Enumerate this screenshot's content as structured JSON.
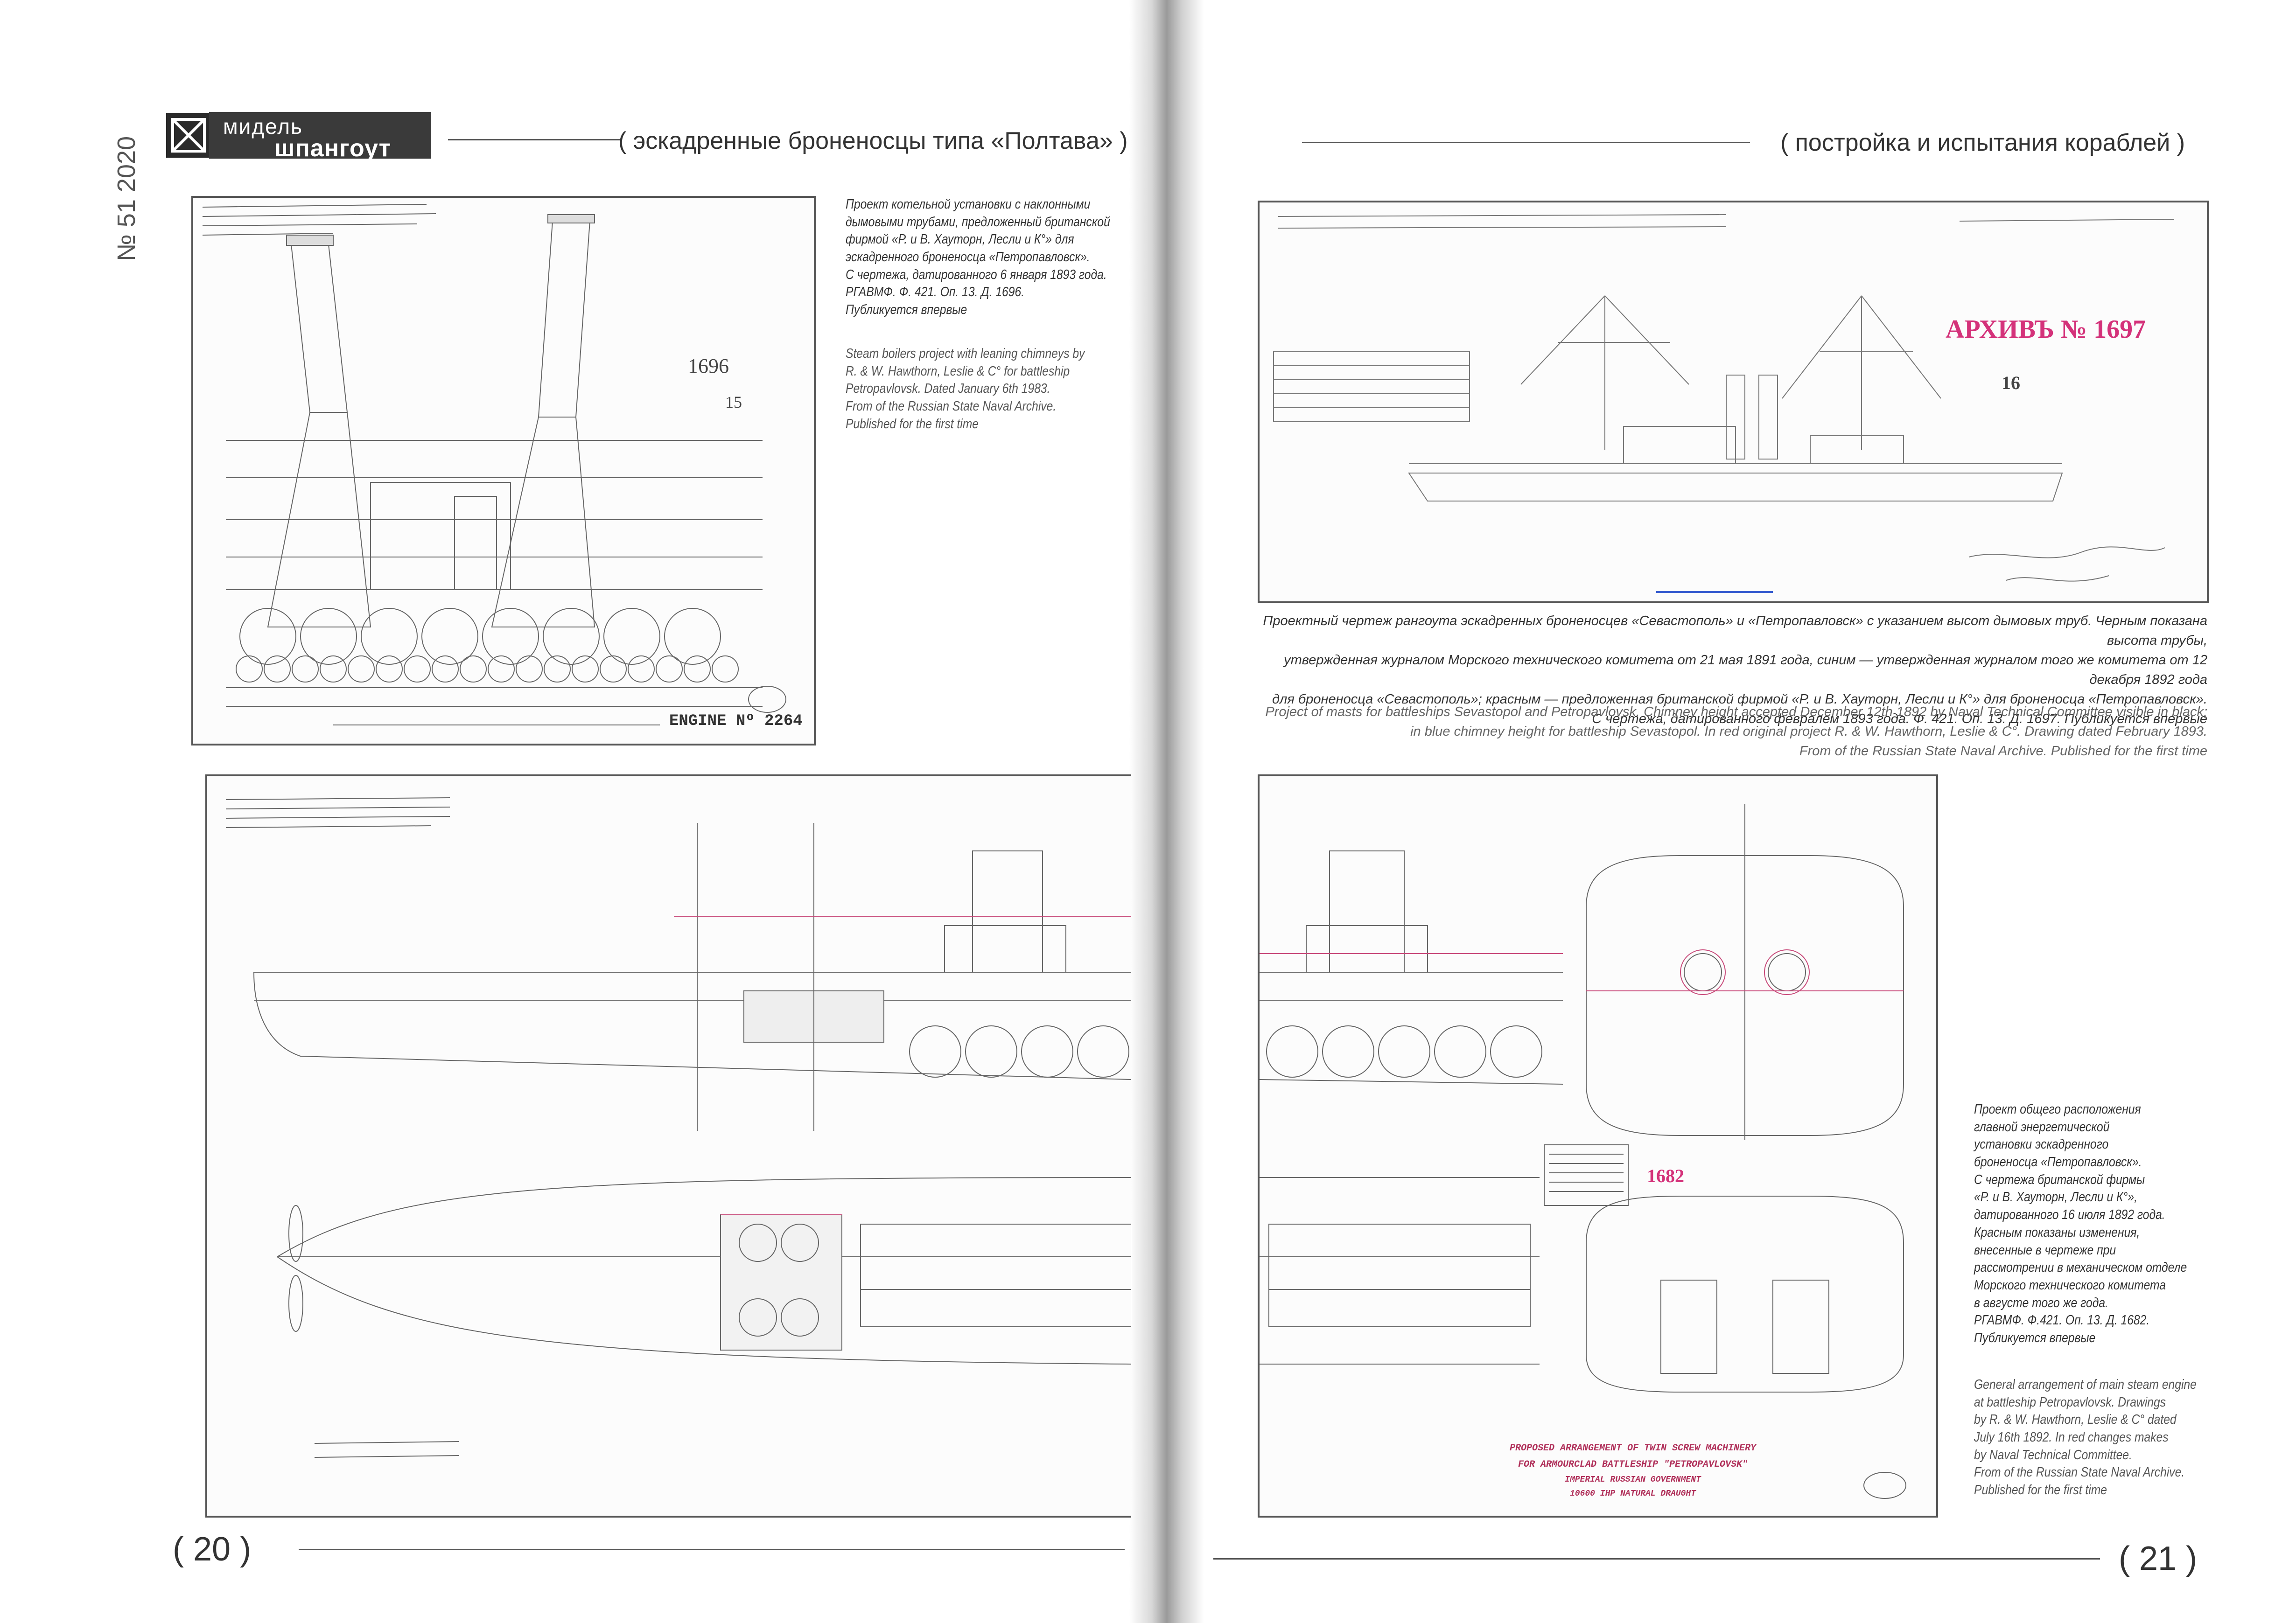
{
  "header": {
    "logo_top": "мидель",
    "logo_bottom": "шпангоут",
    "left_title": "( эскадренные броненосцы типа «Полтава» )",
    "right_title": "( постройка и испытания кораблей )",
    "issue": "№ 51 2020"
  },
  "page_numbers": {
    "left": "( 20 )",
    "right": "( 21 )"
  },
  "figure1": {
    "caption_ru": [
      "Проект котельной установки с наклонными",
      "дымовыми трубами, предложенный британской",
      "фирмой «Р. и В. Хауторн, Лесли и К°» для",
      "эскадренного броненосца «Петропавловск».",
      "С чертежа, датированного 6 января 1893 года.",
      "РГАВМФ. Ф. 421. Оп. 13. Д. 1696.",
      "Публикуется впервые"
    ],
    "caption_en": [
      "Steam boilers project with leaning chimneys by",
      "R. & W. Hawthorn, Leslie & C° for battleship",
      "Petropavlovsk. Dated January 6th 1983.",
      "From of the Russian State Naval Archive.",
      "Published for the first time"
    ],
    "stamp_number": "1696",
    "sheet_number": "15",
    "engine_label": "ENGINE Nº 2264"
  },
  "figure2": {
    "archive_stamp": "АРХИВЪ № 1697",
    "sheet_number": "16",
    "caption_ru": [
      "Проектный чертеж рангоута эскадренных броненосцев «Севастополь» и «Петропавловск» с указанием высот дымовых труб. Черным показана высота трубы,",
      "утвержденная журналом Морского технического комитета от 21 мая 1891 года, синим — утвержденная журналом того же комитета от 12 декабря 1892 года",
      "для броненосца «Севастополь»; красным — предложенная британской фирмой «Р. и В. Хауторн, Лесли и К°» для броненосца «Петропавловск».",
      "С чертежа, датированного февралем 1893 года. Ф. 421. Оп. 13. Д. 1697. Публикуется впервые"
    ],
    "caption_en": [
      "Project of masts for battleships Sevastopol and Petropavlovsk. Chimney height accepted December 12th 1892 by Naval Technical Committee visible in black;",
      "in blue chimney height for battleship Sevastopol. In red original project R. & W. Hawthorn, Leslie & C°. Drawing dated February 1893.",
      "From of the Russian State Naval Archive. Published for the first time"
    ]
  },
  "figure3": {
    "stamp_number": "1682",
    "title_lines": [
      "PROPOSED ARRANGEMENT OF TWIN SCREW MACHINERY",
      "FOR ARMOURCLAD BATTLESHIP \"PETROPAVLOVSK\"",
      "IMPERIAL RUSSIAN GOVERNMENT",
      "10600 IHP NATURAL DRAUGHT"
    ],
    "caption_ru": [
      "Проект общего расположения",
      "главной энергетической",
      "установки эскадренного",
      "броненосца «Петропавловск».",
      "С чертежа британской фирмы",
      "«Р. и В. Хауторн, Лесли и К°»,",
      "датированного 16 июля 1892 года.",
      "Красным показаны изменения,",
      "внесенные в чертеже при",
      "рассмотрении в механическом отделе",
      "Морского технического комитета",
      "в августе того же года.",
      "РГАВМФ. Ф.421. Оп. 13. Д. 1682.",
      "Публикуется впервые"
    ],
    "caption_en": [
      "General arrangement of main steam engine",
      "at battleship Petropavlovsk. Drawings",
      "by R. & W. Hawthorn, Leslie & C° dated",
      "July 16th 1892. In red changes makes",
      "by Naval Technical Committee.",
      "From of the Russian State Naval Archive.",
      "Published for the first time"
    ]
  }
}
